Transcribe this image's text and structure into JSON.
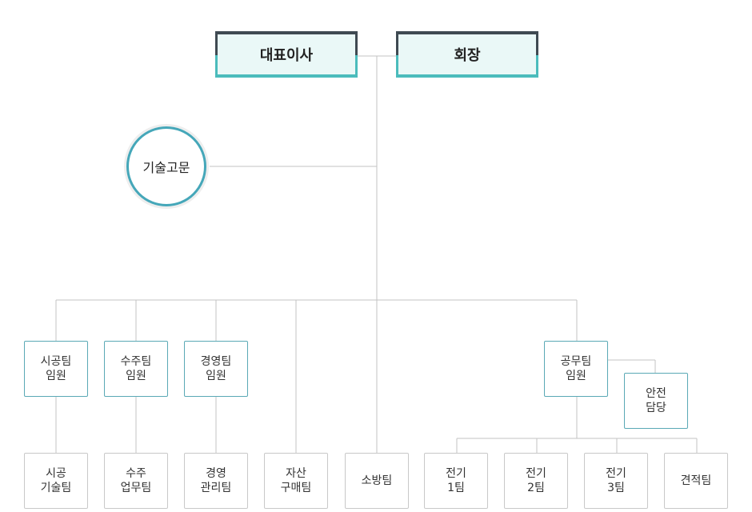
{
  "top": {
    "ceo": "대표이사",
    "chairman": "회장"
  },
  "advisor": "기술고문",
  "execs": {
    "construction": [
      "시공팀",
      "임원"
    ],
    "orders": [
      "수주팀",
      "임원"
    ],
    "management": [
      "경영팀",
      "임원"
    ],
    "works": [
      "공무팀",
      "임원"
    ]
  },
  "safety": [
    "안전",
    "담당"
  ],
  "teams": {
    "construction_tech": [
      "시공",
      "기술팀"
    ],
    "orders_work": [
      "수주",
      "업무팀"
    ],
    "management_admin": [
      "경영",
      "관리팀"
    ],
    "asset_purchase": [
      "자산",
      "구매팀"
    ],
    "fire": "소방팀",
    "electric_1": [
      "전기",
      "1팀"
    ],
    "electric_2": [
      "전기",
      "2팀"
    ],
    "electric_3": [
      "전기",
      "3팀"
    ],
    "estimate": "견적팀"
  },
  "colors": {
    "top_border": "#3f4a52",
    "accent": "#4bbcbc",
    "top_fill": "#eaf8f7",
    "advisor_ring": "#45a7b9",
    "exec_border": "#5aa9b5",
    "team_border": "#c8c8c8",
    "connector": "#c3c3c3"
  }
}
